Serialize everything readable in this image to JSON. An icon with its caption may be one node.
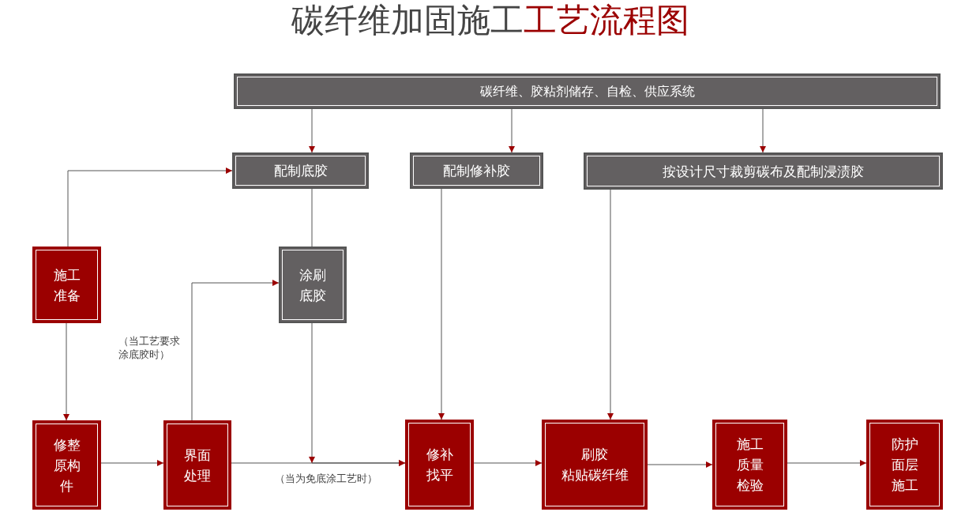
{
  "diagram": {
    "title": "碳纤维加固施工工艺流程图",
    "nodes": [
      {
        "text": [
          "碳纤维、胶粘剂储存、自检、供应系统"
        ]
      },
      {
        "text": [
          "配制底胶"
        ]
      },
      {
        "text": [
          "配制修补胶"
        ]
      },
      {
        "text": [
          "按设计尺寸裁剪碳布及配制浸渍胶"
        ]
      },
      {
        "text": [
          "施工准备"
        ]
      },
      {
        "text": [
          "涂刷底胶"
        ]
      },
      {
        "text": [
          "修整",
          "原构件"
        ]
      },
      {
        "text": [
          "界面处理"
        ]
      },
      {
        "text": [
          "修补找平"
        ]
      },
      {
        "text": [
          "刷胶",
          "粘贴碳纤维"
        ]
      },
      {
        "text": [
          "施工质量检验"
        ]
      },
      {
        "text": [
          "防护面层施工"
        ]
      }
    ],
    "edges": [
      {
        "from": 0,
        "to": 1,
        "arrow": "to"
      },
      {
        "from": 0,
        "to": 2,
        "arrow": "to"
      },
      {
        "from": 0,
        "to": 3,
        "arrow": "to"
      },
      {
        "from": 4,
        "to": 1,
        "arrow": "to"
      },
      {
        "from": 1,
        "to": 5,
        "arrow": "none"
      },
      {
        "from": 5,
        "to": 8,
        "arrow": "to"
      },
      {
        "from": 7,
        "to": 5,
        "arrow": "to",
        "label": "（当工艺要求涂底胶时）"
      },
      {
        "from": 7,
        "to": 8,
        "arrow": "to",
        "label": "（当为免底涂工艺时）"
      },
      {
        "from": 4,
        "to": 6,
        "arrow": "to"
      },
      {
        "from": 6,
        "to": 7,
        "arrow": "to"
      },
      {
        "from": 2,
        "to": 8,
        "arrow": "to"
      },
      {
        "from": 3,
        "to": 9,
        "arrow": "to"
      },
      {
        "from": 8,
        "to": 9,
        "arrow": "to"
      },
      {
        "from": 9,
        "to": 10,
        "arrow": "to"
      },
      {
        "from": 10,
        "to": 11,
        "arrow": "to"
      }
    ]
  }
}
